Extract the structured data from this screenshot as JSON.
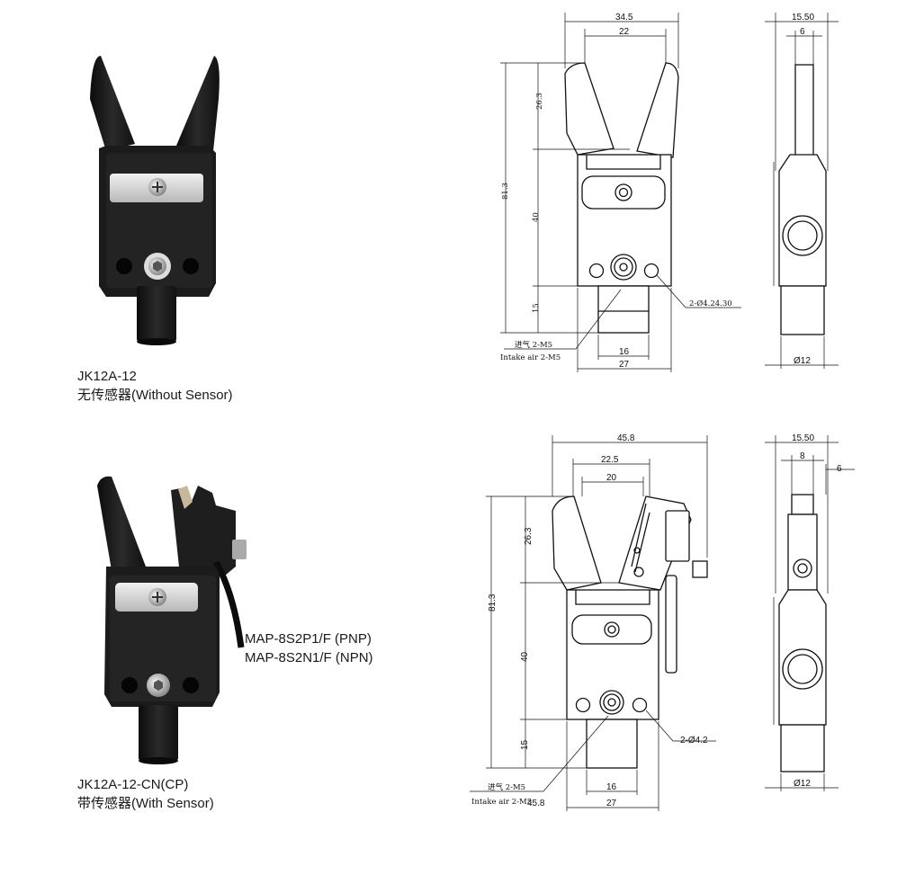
{
  "product1": {
    "model": "JK12A-12",
    "desc": "无传感器(Without Sensor)",
    "dims": {
      "top_width": "34.5",
      "inner_width": "22",
      "side_width": "15.50",
      "side_inner": "6",
      "jaw_height": "26.3",
      "total_height": "81.3",
      "body_height": "40",
      "stem_height": "15",
      "hole_note": "2-Ø4.24.30",
      "air_cn": "进气 2-M5",
      "air_en": "Intake air 2-M5",
      "stem_width": "16",
      "base_width": "27",
      "dia": "Ø12"
    }
  },
  "product2": {
    "model": "JK12A-12-CN(CP)",
    "desc": "带传感器(With Sensor)",
    "sensor_pnp": "MAP-8S2P1/F (PNP)",
    "sensor_npn": "MAP-8S2N1/F (NPN)",
    "dims": {
      "overall_width": "45.8",
      "top_width": "22.5",
      "inner_width": "20",
      "side_width": "15.50",
      "side_inner": "8",
      "side_offset": "6",
      "jaw_height": "26.3",
      "total_height": "81.3",
      "body_height": "40",
      "stem_height": "15",
      "hole_note": "2-Ø4.2",
      "air_cn": "进气 2-M5",
      "air_en": "Intake air 2-M5",
      "air_overlap": "45.8",
      "stem_width": "16",
      "base_width": "27",
      "dia": "Ø12"
    }
  },
  "colors": {
    "product_body": "#1b1b1b",
    "line": "#111111",
    "plate": "#d8d8d8"
  }
}
